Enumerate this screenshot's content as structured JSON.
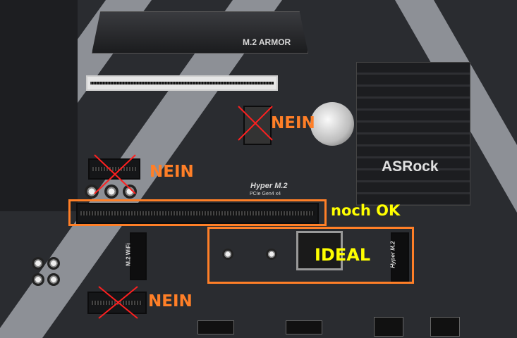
{
  "board": {
    "heatsink_label": "M.2 ARMOR",
    "chipset_brand": "ASRock",
    "hyper_title": "Hyper M.2",
    "hyper_subtitle": "PCIe Gen4 x4",
    "wifi_label": "M.2 WiFi",
    "hyper_slot_label": "Hyper M.2"
  },
  "annotations": {
    "nein_top": "NEIN",
    "nein_middle": "NEIN",
    "nein_bottom": "NEIN",
    "ok_label": "noch OK",
    "ideal_label": "IDEAL",
    "box_color": "#ff7f27",
    "text_color": "#ffff00",
    "cross_color": "#ff2020"
  }
}
